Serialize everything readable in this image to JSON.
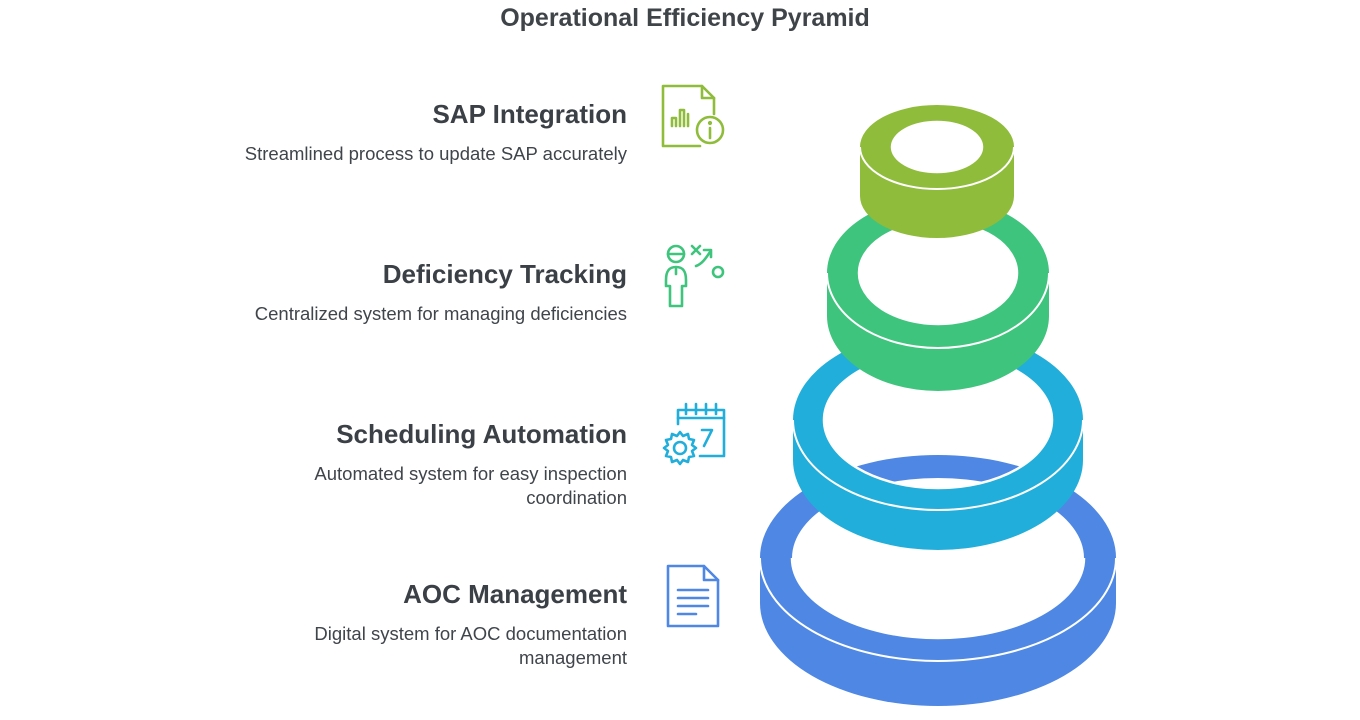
{
  "title": "Operational Efficiency Pyramid",
  "tiers": [
    {
      "title": "SAP Integration",
      "description": "Streamlined process to update SAP accurately",
      "icon": "document-chart-info-icon",
      "color": "#8FBC3A"
    },
    {
      "title": "Deficiency Tracking",
      "description": "Centralized system for managing deficiencies",
      "icon": "strategy-person-icon",
      "color": "#3EC47C"
    },
    {
      "title": "Scheduling Automation",
      "description": "Automated system for easy inspection coordination",
      "icon": "calendar-gear-icon",
      "color": "#21AEDB"
    },
    {
      "title": "AOC Management",
      "description": "Digital system for AOC documentation management",
      "icon": "document-lines-icon",
      "color": "#4E87E4"
    }
  ]
}
